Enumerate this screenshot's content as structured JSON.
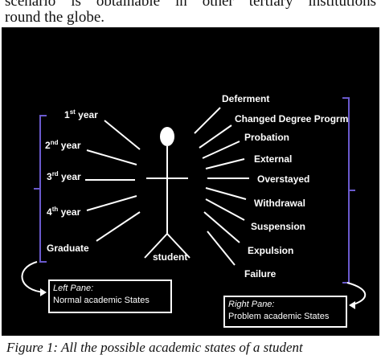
{
  "body_text": {
    "line1": "scenario is obtainable in other tertiary institutions",
    "line2": "round the globe."
  },
  "figure": {
    "left_labels": [
      {
        "main": "1",
        "sup": "st",
        "rest": " year"
      },
      {
        "main": "2",
        "sup": "nd",
        "rest": " year"
      },
      {
        "main": "3",
        "sup": "rd",
        "rest": " year"
      },
      {
        "main": "4",
        "sup": "th",
        "rest": " year"
      },
      {
        "main": "Graduate",
        "sup": "",
        "rest": ""
      }
    ],
    "right_labels": [
      "Deferment",
      "Changed Degree  Progrm",
      "Probation",
      "External",
      "Overstayed",
      "Withdrawal",
      "Suspension",
      "Expulsion",
      "Failure"
    ],
    "center_label": "student",
    "left_pane": {
      "title": "Left Pane:",
      "text": "Normal  academic States"
    },
    "right_pane": {
      "title": "Right  Pane:",
      "text": "Problem academic States"
    },
    "colors": {
      "background": "#000000",
      "lines": "#ffffff",
      "brackets": "#6a5acd"
    }
  },
  "caption": "Figure 1:  All the possible academic states of a student"
}
